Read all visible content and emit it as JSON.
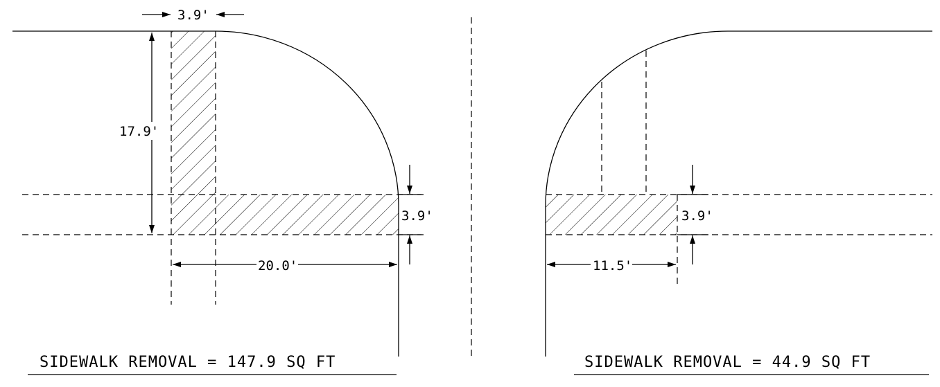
{
  "left_detail": {
    "dim_top_width": "3.9'",
    "dim_vertical": "17.9'",
    "dim_right": "3.9'",
    "dim_bottom": "20.0'",
    "caption": "SIDEWALK REMOVAL = 147.9 SQ FT"
  },
  "right_detail": {
    "dim_right": "3.9'",
    "dim_bottom": "11.5'",
    "caption": "SIDEWALK REMOVAL = 44.9 SQ FT"
  },
  "colors": {
    "line": "#000000",
    "background": "#ffffff"
  }
}
